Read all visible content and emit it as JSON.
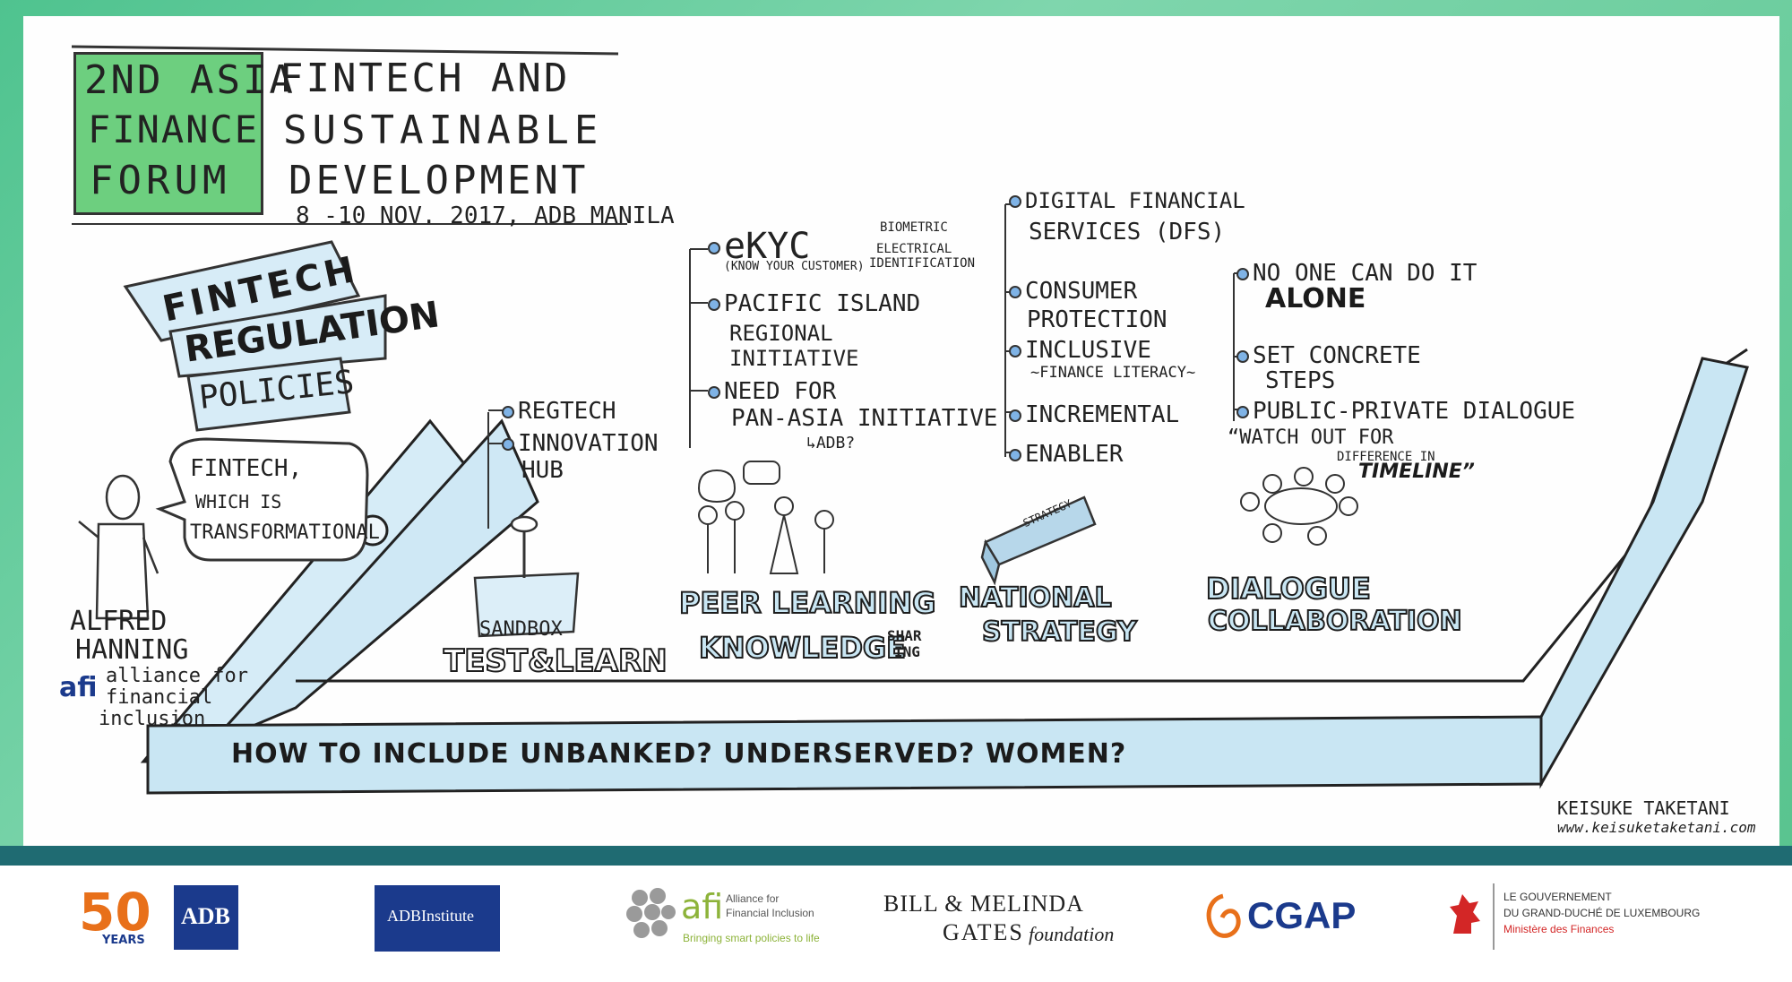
{
  "forum": {
    "box_line1": "2ND ASIA",
    "box_line2": "FINANCE",
    "box_line3": "FORUM",
    "title_line1": "FINTECH AND",
    "title_line2": "SUSTAINABLE",
    "title_line3": "DEVELOPMENT",
    "dates": "8 -10 NOV. 2017, ADB MANILA"
  },
  "banner": {
    "line1": "FINTECH",
    "line2": "REGULATION",
    "line3": "POLICIES"
  },
  "speaker": {
    "speech_line1": "FINTECH,",
    "speech_line2": "WHICH IS",
    "speech_line3": "TRANSFORMATIONAL",
    "name_line1": "ALFRED",
    "name_line2": "HANNING",
    "org_short": "afi",
    "org_line1": "alliance for",
    "org_line2": "financial",
    "org_line3": "inclusion"
  },
  "test_learn": {
    "items": [
      "REGTECH",
      "INNOVATION",
      "HUB"
    ],
    "sandbox": "SANDBOX",
    "label": "TEST&LEARN"
  },
  "peer": {
    "ekyc": "eKYC",
    "ekyc_sub": "(KNOW YOUR CUSTOMER)",
    "biometric_line1": "BIOMETRIC",
    "biometric_line2": "ELECTRICAL",
    "biometric_line3": "IDENTIFICATION",
    "pacific_line1": "PACIFIC ISLAND",
    "pacific_line2": "REGIONAL",
    "pacific_line3": "INITIATIVE",
    "need_line1": "NEED FOR",
    "need_line2": "PAN-ASIA INITIATIVE",
    "need_line3": "↳ADB?",
    "label_line1": "PEER LEARNING",
    "label_line2": "KNOWLEDGE",
    "label_sharing1": "SHAR",
    "label_sharing2": "ING"
  },
  "national": {
    "dfs_line1": "DIGITAL FINANCIAL",
    "dfs_line2": "SERVICES (DFS)",
    "consumer_line1": "CONSUMER",
    "consumer_line2": "PROTECTION",
    "inclusive": "INCLUSIVE",
    "inclusive_sub": "~FINANCE LITERACY~",
    "incremental": "INCREMENTAL",
    "enabler": "ENABLER",
    "book": "STRATEGY",
    "label_line1": "NATIONAL",
    "label_line2": "STRATEGY"
  },
  "dialogue": {
    "noone_line1": "NO ONE CAN DO IT",
    "noone_line2": "ALONE",
    "steps_line1": "SET CONCRETE",
    "steps_line2": "STEPS",
    "ppd": "PUBLIC-PRIVATE DIALOGUE",
    "quote_line1": "“WATCH OUT FOR",
    "quote_line2": "DIFFERENCE IN",
    "quote_line3": "TIMELINE”",
    "label_line1": "DIALOGUE",
    "label_line2": "COLLABORATION"
  },
  "road_question": "HOW TO INCLUDE UNBANKED?  UNDERSERVED? WOMEN?",
  "artist": {
    "name": "KEISUKE TAKETANI",
    "site": "www.keisuketaketani.com"
  },
  "logos": {
    "adb50_number": "50",
    "adb50_years": "YEARS",
    "adb": "ADB",
    "adbi": "ADBInstitute",
    "afi_short": "afi",
    "afi_line1": "Alliance for",
    "afi_line2": "Financial Inclusion",
    "afi_tagline": "Bringing smart policies to life",
    "gates_line1": "BILL & MELINDA",
    "gates_line2": "GATES",
    "gates_foundation": "foundation",
    "cgap": "CGAP",
    "lux_line1": "LE GOUVERNEMENT",
    "lux_line2": "DU GRAND-DUCHÉ DE LUXEMBOURG",
    "lux_line3": "Ministère des Finances"
  },
  "colors": {
    "frame_green": "#5fc79a",
    "box_green": "#6dcf7f",
    "road_blue": "#c9e6f3",
    "adb_blue": "#1b3a8c",
    "afi_green": "#8db33a",
    "cgap_orange": "#e8701a",
    "lux_red": "#d32626"
  }
}
